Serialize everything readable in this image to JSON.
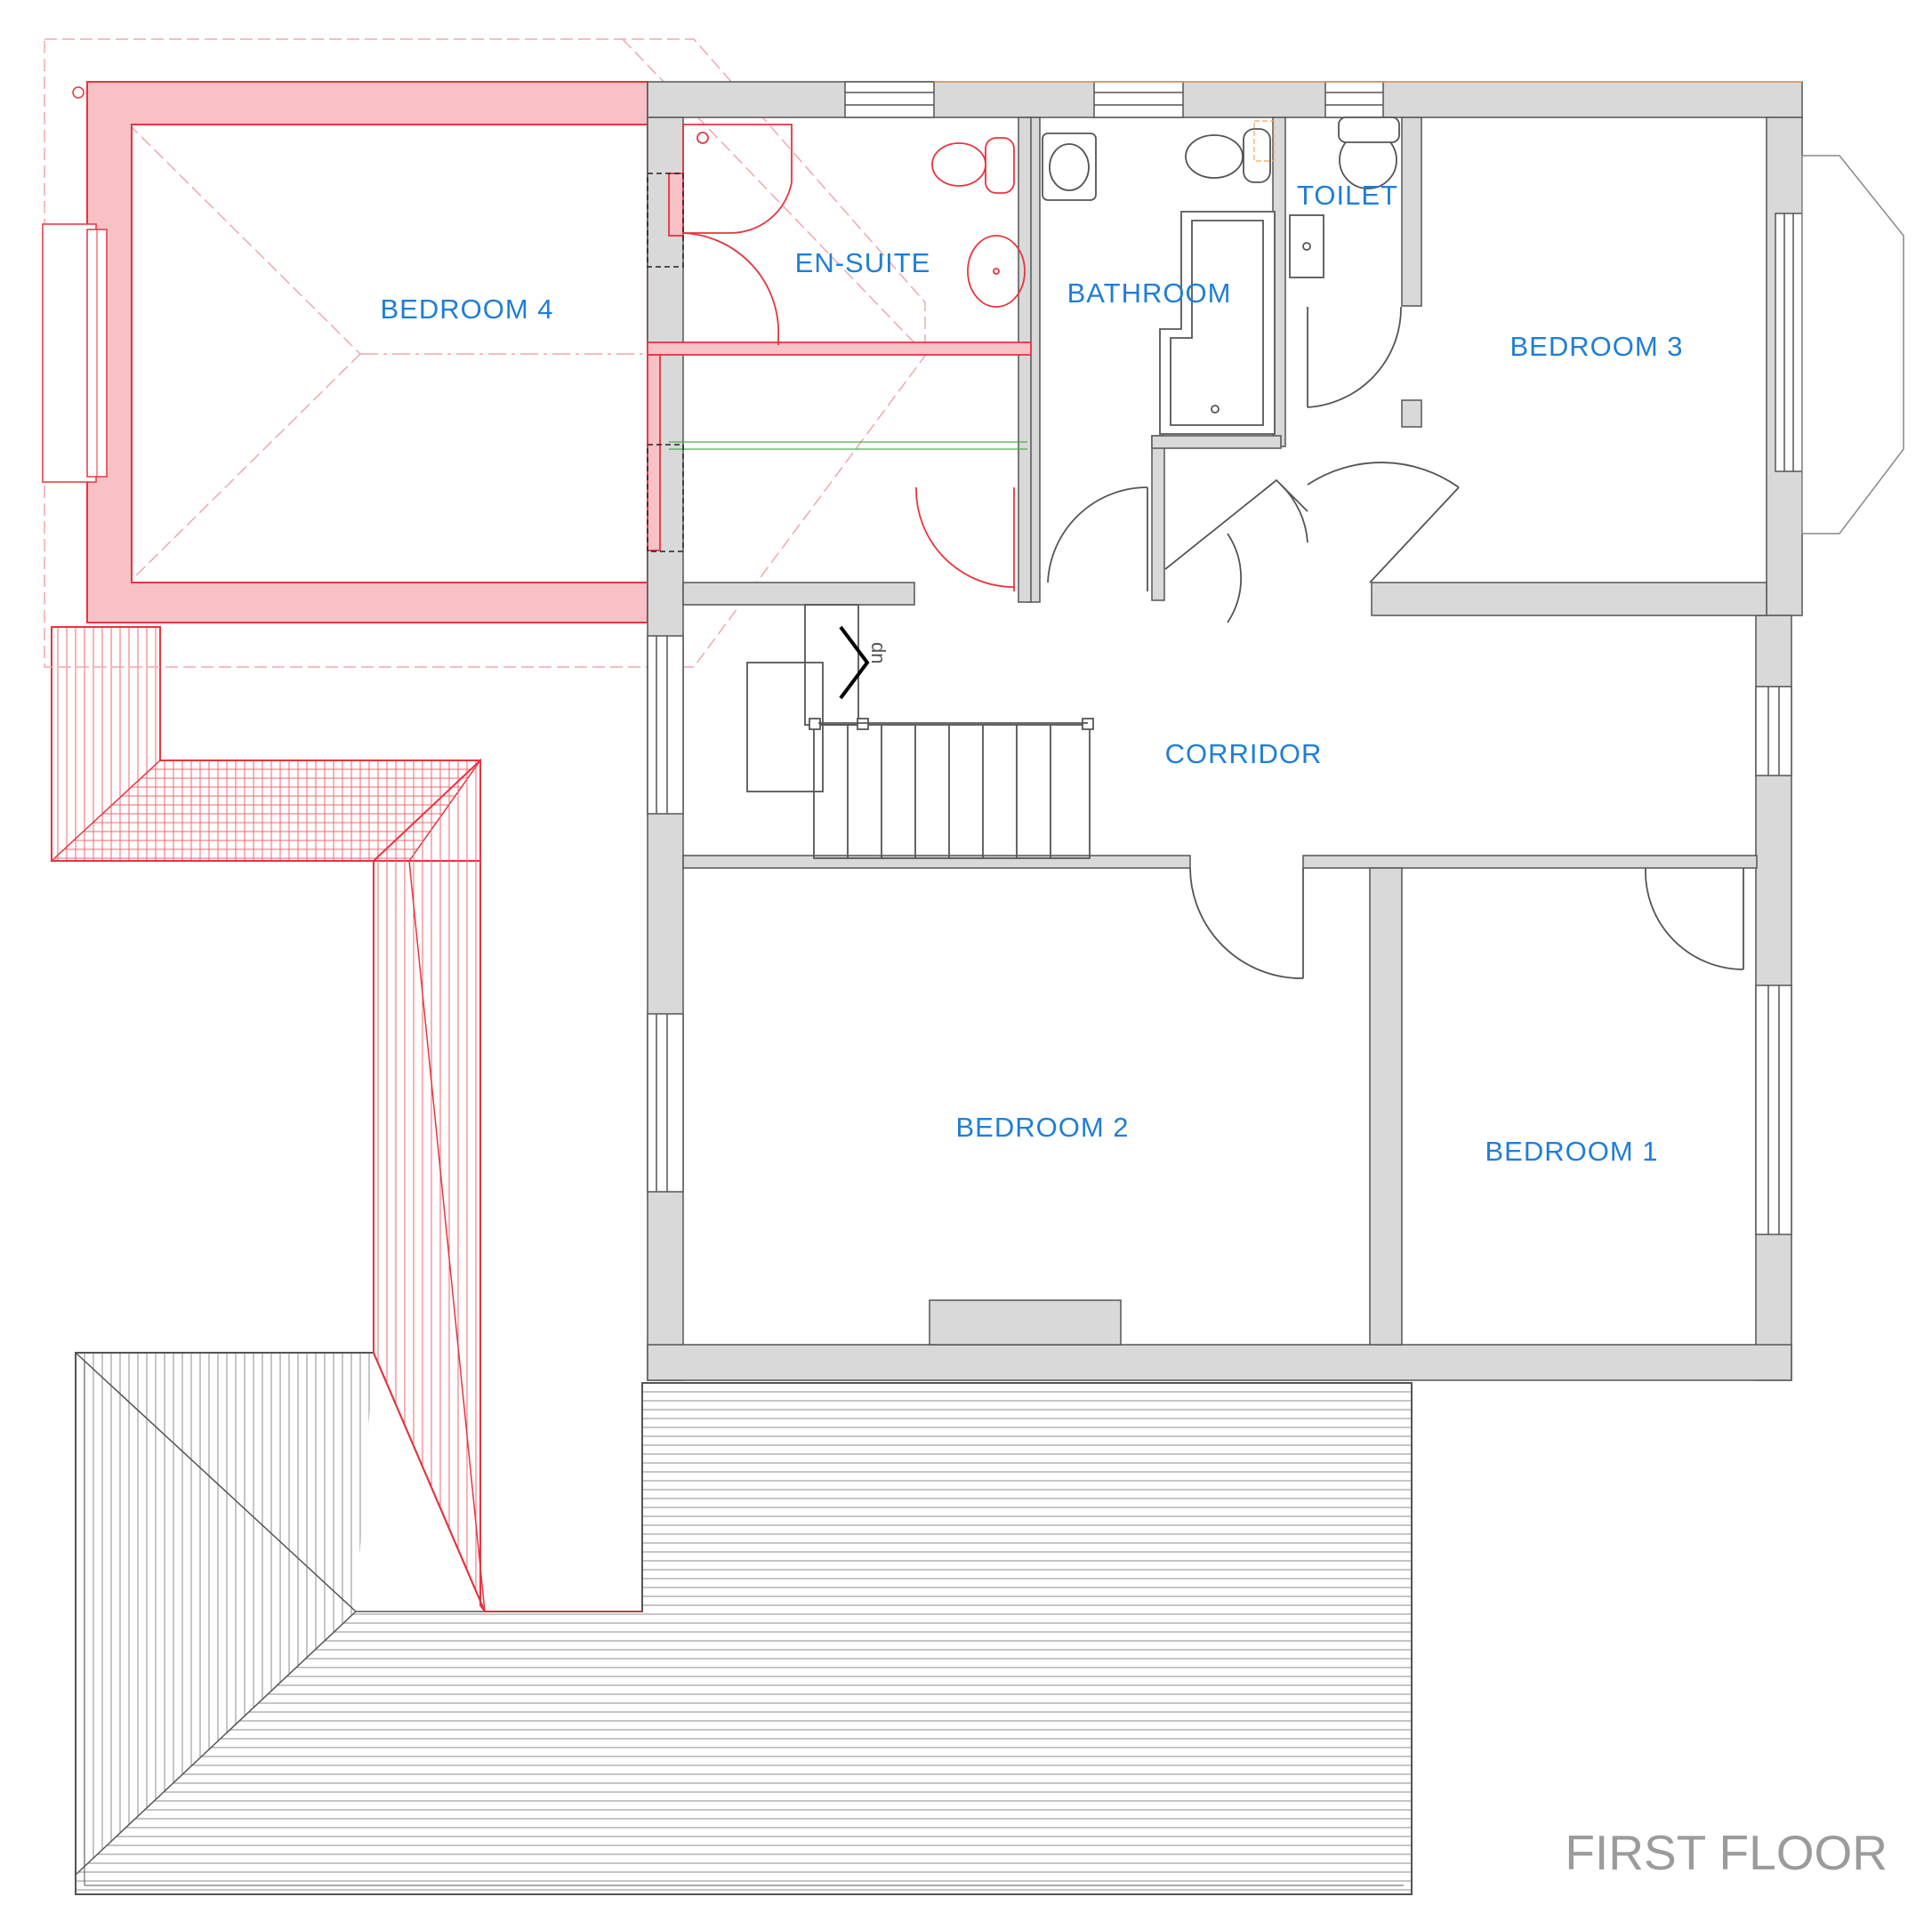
{
  "drawing": {
    "title": "FIRST FLOOR",
    "stair_direction": "dn"
  },
  "rooms": [
    {
      "id": "bedroom-4",
      "label": "BEDROOM 4"
    },
    {
      "id": "en-suite",
      "label": "EN-SUITE"
    },
    {
      "id": "bathroom",
      "label": "BATHROOM"
    },
    {
      "id": "toilet",
      "label": "TOILET"
    },
    {
      "id": "bedroom-3",
      "label": "BEDROOM 3"
    },
    {
      "id": "corridor",
      "label": "CORRIDOR"
    },
    {
      "id": "bedroom-2",
      "label": "BEDROOM 2"
    },
    {
      "id": "bedroom-1",
      "label": "BEDROOM 1"
    }
  ],
  "colors": {
    "room_label": "#1f7ed8",
    "wall_existing": "#d9d9d9",
    "wall_proposed": "#f7c1c5",
    "line_proposed": "#e8343f",
    "line_existing": "#555555",
    "roof_hatch": "#9a9a9a",
    "title": "#9b9b9b"
  }
}
